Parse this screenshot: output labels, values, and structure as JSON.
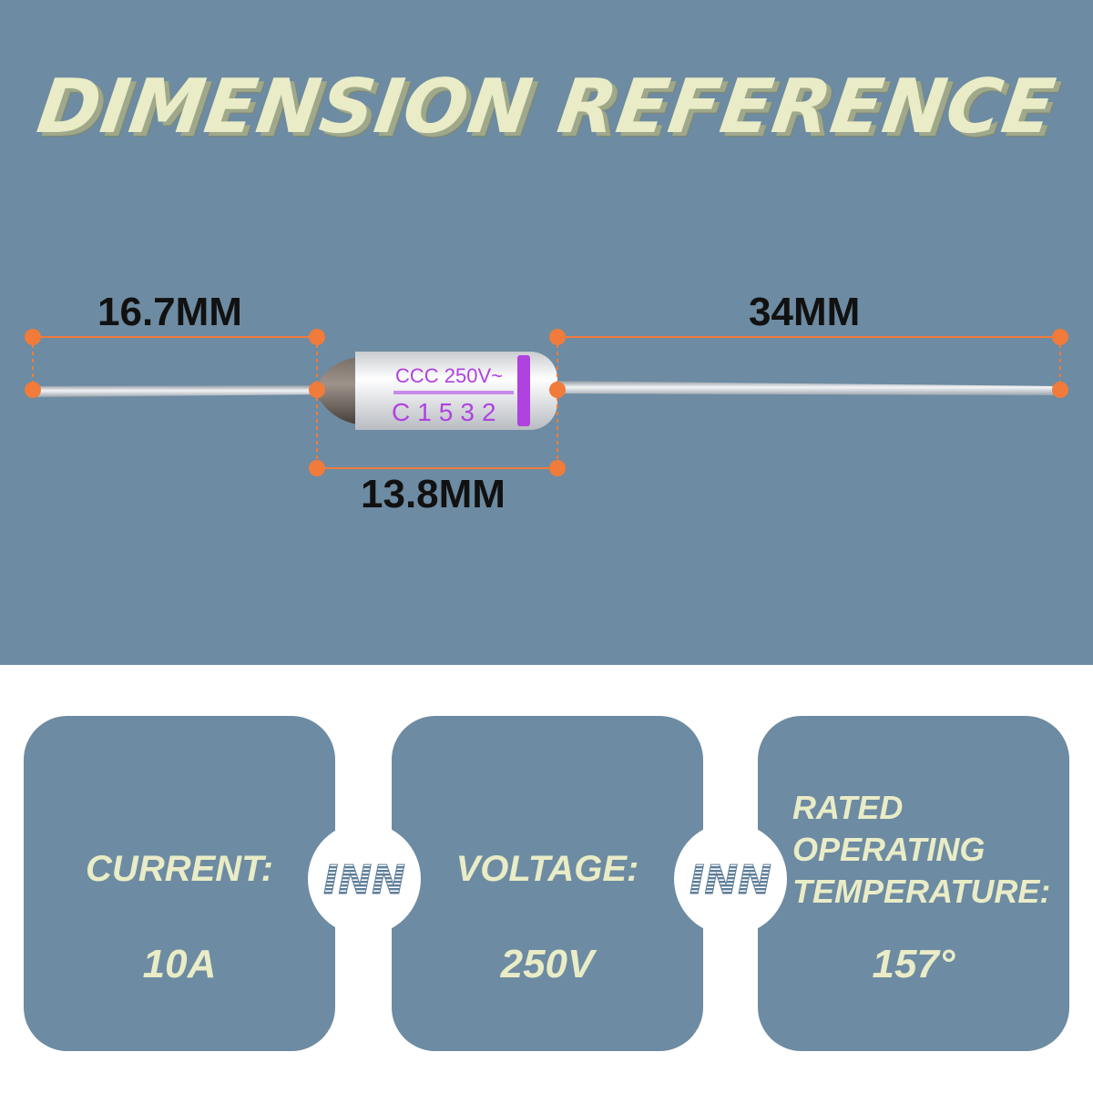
{
  "header": {
    "title": "DIMENSION REFERENCE"
  },
  "dimensions": {
    "left_lead": "16.7MM",
    "right_lead": "34MM",
    "body_length": "13.8MM"
  },
  "fuse_marking": {
    "line1": "CCC 250V~",
    "line2": "C1532"
  },
  "specs": [
    {
      "label": "CURRENT:",
      "value": "10A"
    },
    {
      "label": "VOLTAGE:",
      "value": "250V"
    },
    {
      "label": "RATED OPERATING TEMPERATURE:",
      "value": "157°"
    }
  ],
  "logo": {
    "text": "INN"
  },
  "colors": {
    "panel": "#6d8ba2",
    "accent_text": "#e9ecc6",
    "marker": "#f07b3a",
    "fuse_marking": "#b042e0"
  }
}
